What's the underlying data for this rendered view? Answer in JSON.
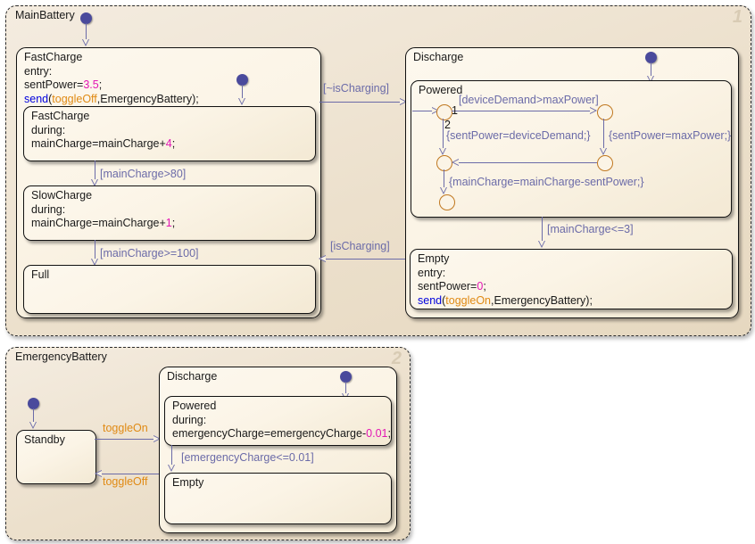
{
  "charts": [
    {
      "name": "MainBattery",
      "corner_number": "1",
      "states": {
        "charging_group": {
          "title": "FastCharge",
          "entry_keyword": "entry:",
          "action1": "sentPower=3.5;",
          "action1_num": "3.5",
          "action2_kw": "send",
          "action2_event": "toggleOff",
          "action2_rest": ",EmergencyBattery);"
        },
        "fastcharge": {
          "title": "FastCharge",
          "during_keyword": "during:",
          "action": "mainCharge=mainCharge+4;",
          "action_num": "4"
        },
        "slowcharge": {
          "title": "SlowCharge",
          "during_keyword": "during:",
          "action": "mainCharge=mainCharge+1;",
          "action_num": "1"
        },
        "full": {
          "title": "Full"
        },
        "discharge": {
          "title": "Discharge"
        },
        "powered": {
          "title": "Powered"
        },
        "empty": {
          "title": "Empty",
          "entry_keyword": "entry:",
          "action1": "sentPower=0;",
          "action1_num": "0",
          "action2_kw": "send",
          "action2_event": "toggleOn",
          "action2_rest": ",EmergencyBattery);"
        }
      },
      "transitions": {
        "fast_to_slow": "[mainCharge>80]",
        "slow_to_full": "[mainCharge>=100]",
        "charge_to_discharge": "[~isCharging]",
        "discharge_to_charge": "[isCharging]",
        "discharge_to_empty": "[mainCharge<=3]",
        "junction_cond": "[deviceDemand>maxPower]",
        "junction_order_1": "1",
        "junction_order_2": "2",
        "action_device_demand": "{sentPower=deviceDemand;}",
        "action_max_power": "{sentPower=maxPower;}",
        "action_main_charge": "{mainCharge=mainCharge-sentPower;}"
      }
    },
    {
      "name": "EmergencyBattery",
      "corner_number": "2",
      "states": {
        "standby": {
          "title": "Standby"
        },
        "discharge": {
          "title": "Discharge"
        },
        "powered": {
          "title": "Powered",
          "during_keyword": "during:",
          "action": "emergencyCharge=emergencyCharge-0.01;",
          "action_num": "0.01"
        },
        "empty": {
          "title": "Empty"
        }
      },
      "transitions": {
        "toggle_on": "toggleOn",
        "toggle_off": "toggleOff",
        "powered_to_empty": "[emergencyCharge<=0.01]"
      }
    }
  ],
  "colors": {
    "transition_line": "#6b6ba8",
    "junction_ring": "#c07820",
    "default_dot": "#4a4a9c",
    "number_literal": "#e216b4",
    "event_name": "#e08a14",
    "keyword": "#0000dd",
    "chart_fill": "#ece0cc",
    "state_fill": "#fbf4e6"
  }
}
